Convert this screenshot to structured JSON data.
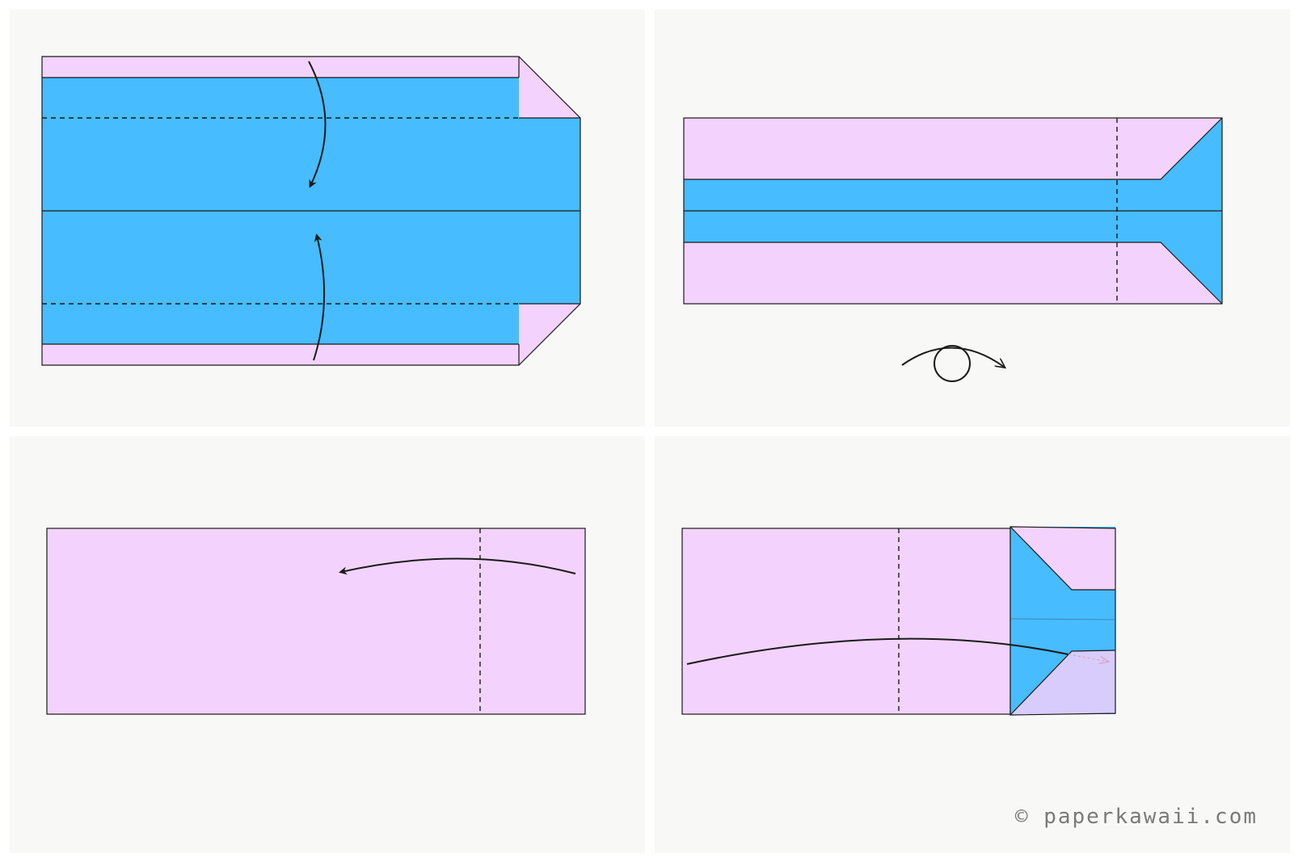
{
  "colors": {
    "paper_front": "#f3d3fd",
    "paper_back": "#47bcff",
    "shade": "#d8ccfd",
    "line": "#1a1a1a",
    "panel_bg": "#f8f8f6"
  },
  "steps": [
    {
      "id": "step-1",
      "action": "fold-edges-to-center",
      "icon": "curved-arrows-icon"
    },
    {
      "id": "step-2",
      "action": "turn-over",
      "icon": "turn-over-icon"
    },
    {
      "id": "step-3",
      "action": "fold-right-side-left",
      "icon": "curved-arrow-left-icon"
    },
    {
      "id": "step-4",
      "action": "fold-left-side-right",
      "icon": "curved-arrow-right-icon"
    }
  ],
  "credit": "© paperkawaii.com"
}
